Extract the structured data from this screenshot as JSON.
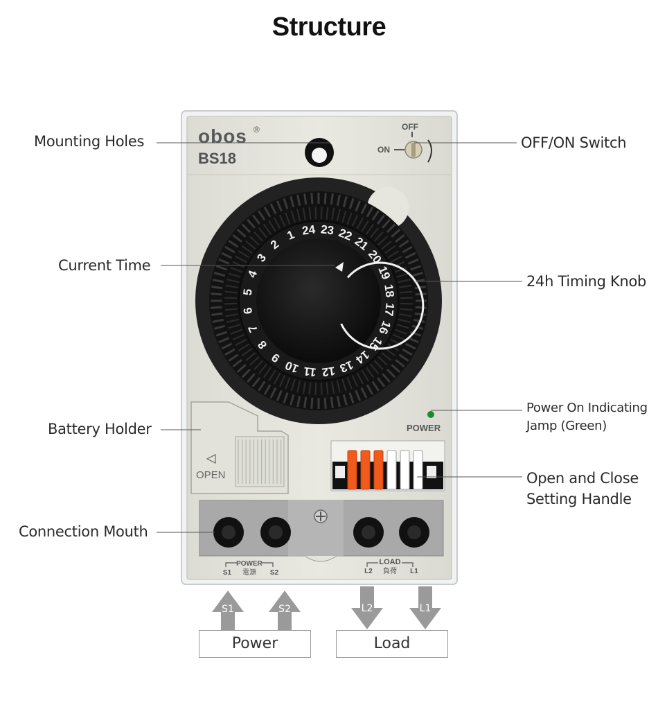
{
  "title": "Structure",
  "device": {
    "brand": "obos",
    "registered_mark": "®",
    "model": "BS18",
    "switch_off": "OFF",
    "switch_on": "ON",
    "power_led_label": "POWER",
    "battery_open": "OPEN",
    "dial_numbers": [
      "24",
      "23",
      "22",
      "21",
      "20",
      "19",
      "18",
      "17",
      "16",
      "15",
      "14",
      "13",
      "12",
      "11",
      "10",
      "9",
      "8",
      "7",
      "6",
      "5",
      "4",
      "3",
      "2",
      "1"
    ],
    "terminals": {
      "power_group": "POWER",
      "power_group_cn": "電源",
      "load_group": "LOAD",
      "load_group_cn": "負荷",
      "s1": "S1",
      "s2": "S2",
      "l2": "L2",
      "l1": "L1"
    },
    "setting_colors": [
      "#f05a1a",
      "#f05a1a",
      "#f05a1a",
      "#ffffff",
      "#ffffff",
      "#ffffff"
    ]
  },
  "labels": {
    "mounting_holes": "Mounting Holes",
    "off_on_switch": "OFF/ON Switch",
    "current_time": "Current Time",
    "timing_knob": "24h Timing Knob",
    "power_indicator_line1": "Power On Indicating",
    "power_indicator_line2": "Jamp (Green)",
    "battery_holder": "Battery Holder",
    "setting_handle_line1": "Open and Close",
    "setting_handle_line2": "Setting Handle",
    "connection_mouth": "Connection Mouth"
  },
  "arrows": {
    "s1": "S1",
    "s2": "S2",
    "l2": "L2",
    "l1": "L1"
  },
  "boxes": {
    "power": "Power",
    "load": "Load"
  }
}
